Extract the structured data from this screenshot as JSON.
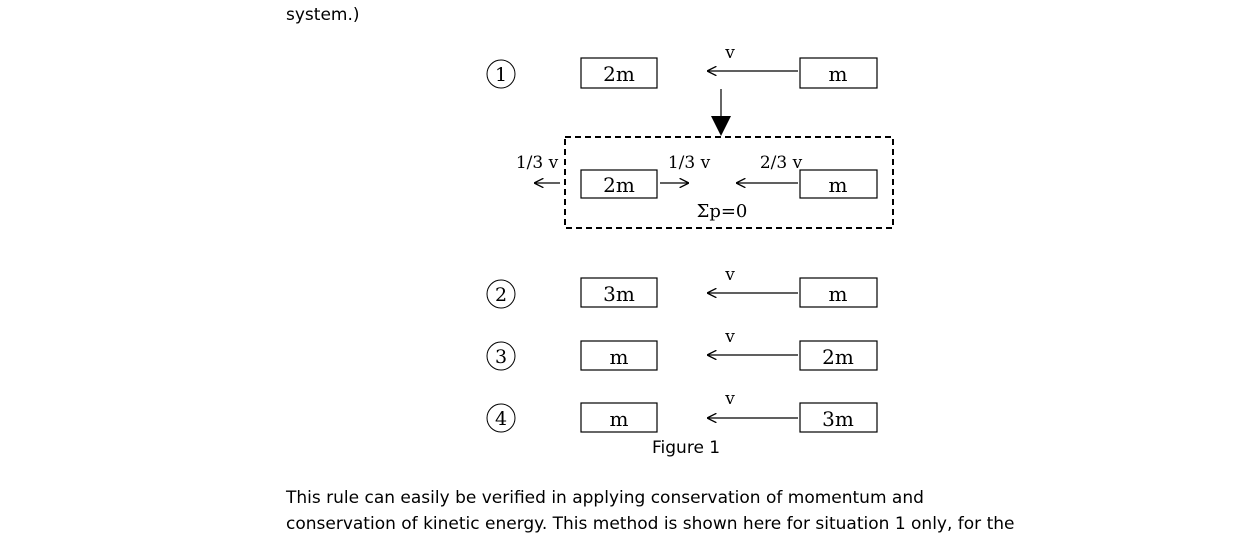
{
  "top_fragment": "system.)",
  "figure": {
    "caption": "Figure 1",
    "velocity_label": "v",
    "situations": [
      {
        "number": "1",
        "left_mass": "2m",
        "right_mass": "m"
      },
      {
        "number": "2",
        "left_mass": "3m",
        "right_mass": "m"
      },
      {
        "number": "3",
        "left_mass": "m",
        "right_mass": "2m"
      },
      {
        "number": "4",
        "left_mass": "m",
        "right_mass": "3m"
      }
    ],
    "com_frame": {
      "left_mass": "2m",
      "right_mass": "m",
      "outer_left_velocity": "1/3 v",
      "left_mass_velocity": "1/3 v",
      "right_mass_velocity": "2/3 v",
      "momentum_sum": "Σp=0"
    }
  },
  "paragraph": {
    "line1": "This rule can easily be verified in applying conservation of momentum and",
    "line2": "conservation of kinetic energy. This method is shown here for situation 1 only, for the"
  }
}
